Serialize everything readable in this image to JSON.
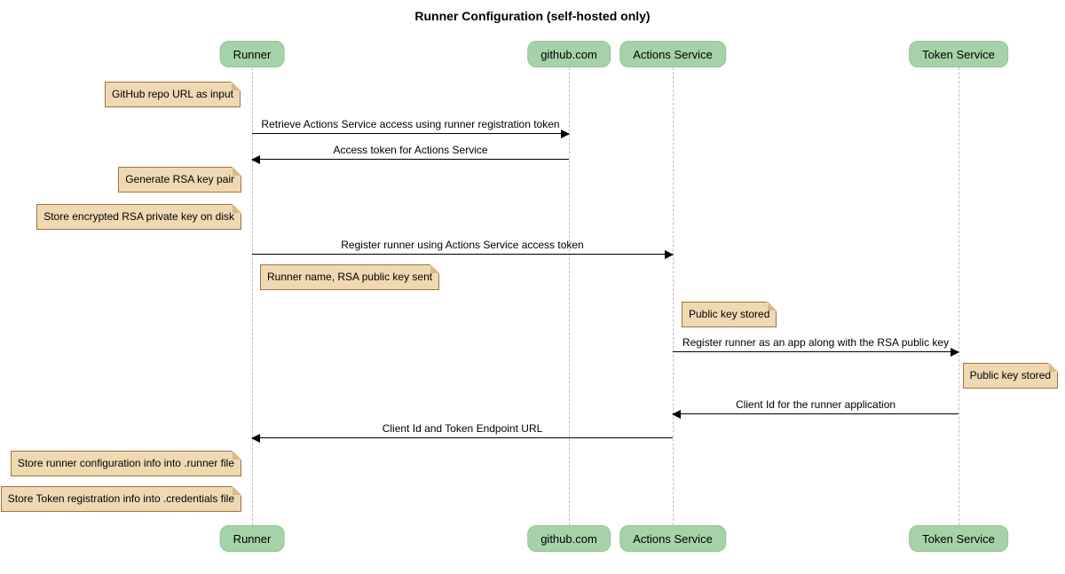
{
  "diagram_type": "sequence",
  "title": "Runner Configuration (self-hosted only)",
  "participants": [
    {
      "id": "runner",
      "label": "Runner"
    },
    {
      "id": "github",
      "label": "github.com"
    },
    {
      "id": "actions_service",
      "label": "Actions Service"
    },
    {
      "id": "token_service",
      "label": "Token Service"
    }
  ],
  "messages": [
    {
      "from": "runner",
      "to": "github",
      "label": "Retrieve Actions Service access using runner registration token"
    },
    {
      "from": "github",
      "to": "runner",
      "label": "Access token for Actions Service"
    },
    {
      "from": "runner",
      "to": "actions_service",
      "label": "Register runner using Actions Service access token"
    },
    {
      "from": "actions_service",
      "to": "token_service",
      "label": "Register runner as an app along with the RSA public key"
    },
    {
      "from": "token_service",
      "to": "actions_service",
      "label": "Client Id for the runner application"
    },
    {
      "from": "actions_service",
      "to": "runner",
      "label": "Client Id and Token Endpoint URL"
    }
  ],
  "notes": [
    {
      "position": "left-of-runner",
      "label": "GitHub repo URL as input"
    },
    {
      "position": "left-of-runner",
      "label": "Generate RSA key pair"
    },
    {
      "position": "left-of-runner",
      "label": "Store encrypted RSA private key on disk"
    },
    {
      "position": "right-of-runner",
      "label": "Runner name, RSA public key sent"
    },
    {
      "position": "right-of-actions-service",
      "label": "Public key stored"
    },
    {
      "position": "right-of-token-service",
      "label": "Public key stored"
    },
    {
      "position": "left-of-runner",
      "label": "Store runner configuration info into .runner file"
    },
    {
      "position": "left-of-runner",
      "label": "Store Token registration info into .credentials file"
    }
  ],
  "colors": {
    "background": "#ffffff",
    "participant_fill": "#a5d3a7",
    "participant_border": "#93c396",
    "note_fill": "#efd9b3",
    "note_border": "#a6713c",
    "note_fold": "#d9ba84",
    "lifeline": "#bdbdbd",
    "arrow": "#000000",
    "text": "#000000"
  }
}
